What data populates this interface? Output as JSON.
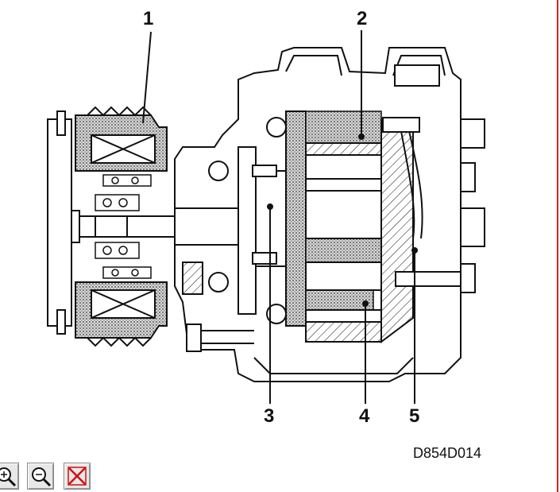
{
  "diagram": {
    "callouts": [
      "1",
      "2",
      "3",
      "4",
      "5"
    ],
    "drawing_code": "D854D014"
  },
  "toolbar": {
    "buttons": [
      {
        "icon": "zoom-in-icon"
      },
      {
        "icon": "zoom-out-icon"
      },
      {
        "icon": "close-x-icon"
      }
    ]
  },
  "colors": {
    "frame": "#e02020",
    "ink": "#111111",
    "stipple": "#9a9a9a",
    "close_icon": "#d01010"
  }
}
